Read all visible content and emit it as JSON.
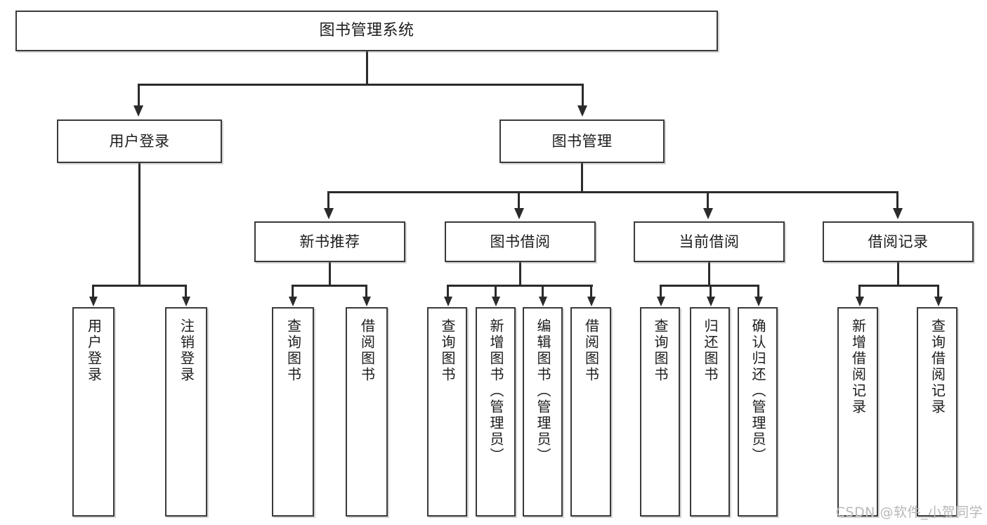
{
  "diagram": {
    "type": "tree-hierarchy-chart",
    "title": "图书管理系统",
    "watermark": "CSDN @软件_小贺同学",
    "root": {
      "label": "图书管理系统"
    },
    "level2": [
      {
        "label": "用户登录"
      },
      {
        "label": "图书管理"
      }
    ],
    "level3": [
      {
        "label": "新书推荐"
      },
      {
        "label": "图书借阅"
      },
      {
        "label": "当前借阅"
      },
      {
        "label": "借阅记录"
      }
    ],
    "leaves": {
      "user_login": [
        {
          "label": "用户登录"
        },
        {
          "label": "注销登录"
        }
      ],
      "new_book_recommend": [
        {
          "label": "查询图书"
        },
        {
          "label": "借阅图书"
        }
      ],
      "book_borrow": [
        {
          "label": "查询图书"
        },
        {
          "label": "新增图书（管理员）"
        },
        {
          "label": "编辑图书（管理员）"
        },
        {
          "label": "借阅图书"
        }
      ],
      "current_borrow": [
        {
          "label": "查询图书"
        },
        {
          "label": "归还图书"
        },
        {
          "label": "确认归还（管理员）"
        }
      ],
      "borrow_record": [
        {
          "label": "新增借阅记录"
        },
        {
          "label": "查询借阅记录"
        }
      ]
    },
    "colors": {
      "border": "#3a3a3a",
      "line": "#2b2b2b",
      "background": "#ffffff",
      "text": "#1c1c1c",
      "watermark": "#b8b8b8"
    }
  }
}
